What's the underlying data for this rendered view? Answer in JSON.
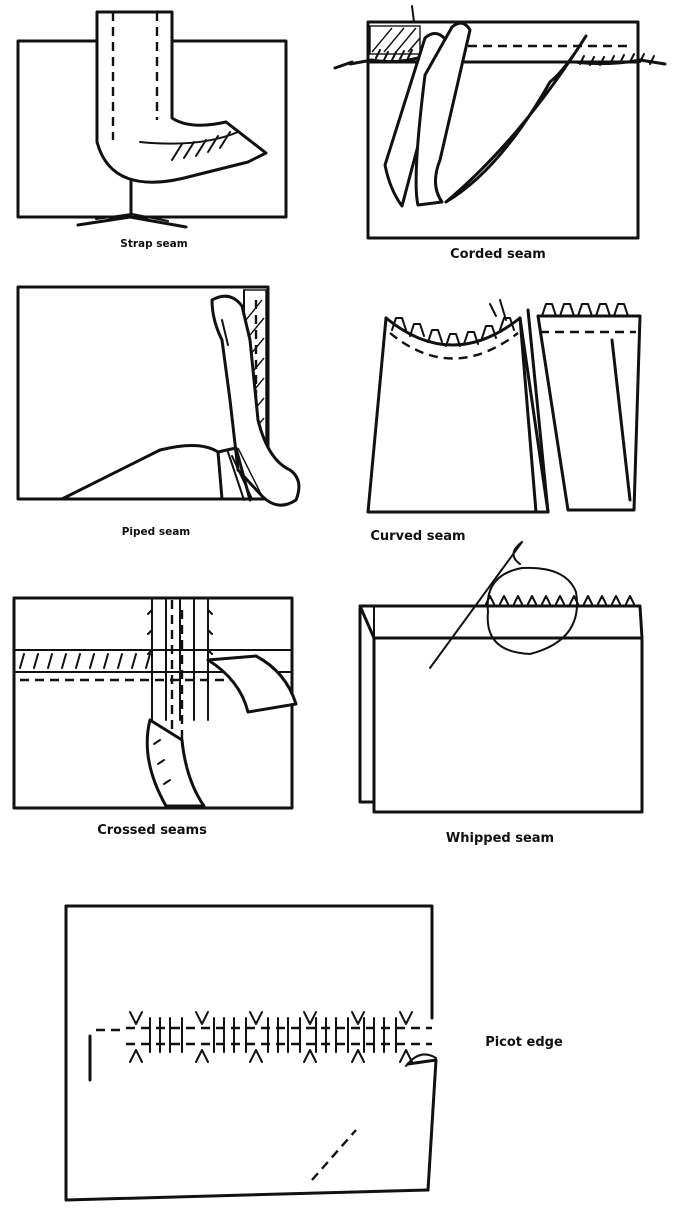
{
  "figure": {
    "captions": {
      "strap": "Strap seam",
      "corded": "Corded seam",
      "piped": "Piped seam",
      "curved": "Curved seam",
      "crossed": "Crossed seams",
      "whipped": "Whipped seam",
      "picot": "Picot edge"
    }
  }
}
